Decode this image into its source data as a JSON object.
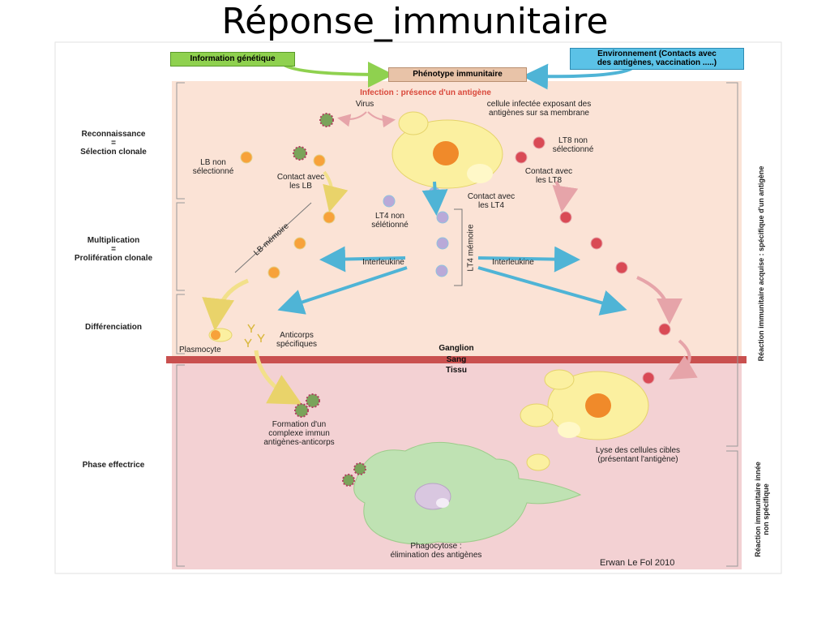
{
  "slide": {
    "title": "Réponse_immunitaire"
  },
  "top": {
    "genetic": "Information génétique",
    "environment": "Environnement (Contacts avec\ndes antigènes, vaccination .....)",
    "phenotype": "Phénotype immunitaire"
  },
  "stages": {
    "recognition": "Reconnaissance\n=\nSélection clonale",
    "multiplication": "Multiplication\n=\nProlifération clonale",
    "differentiation": "Différenciation",
    "effector": "Phase effectrice"
  },
  "labels": {
    "infection": "Infection : présence d'un antigène",
    "virus": "Virus",
    "infected_cell": "cellule infectée exposant des\nantigènes sur sa membrane",
    "lb_not_selected": "LB non\nsélectionné",
    "contact_lb": "Contact avec\nles LB",
    "lt8_not_selected": "LT8 non\nsélectionné",
    "contact_lt8": "Contact avec\nles LT8",
    "lt4_not_selected": "LT4 non\nsélétionné",
    "contact_lt4": "Contact avec\nles LT4",
    "lb_memory": "LB mémoire",
    "lt4_memory": "LT4 mémoire",
    "interleukine_left": "Interleukine",
    "interleukine_right": "Interleukine",
    "plasmocyte": "Plasmocyte",
    "antibodies": "Anticorps\nspécifiques",
    "immune_complex": "Formation d'un\ncomplexe immun\nantigènes-anticorps",
    "lysis": "Lyse des cellules cibles\n(présentant l'antigène)",
    "phagocytosis": "Phagocytose :\nélimination des antigènes"
  },
  "bands": {
    "ganglion": "Ganglion",
    "sang": "Sang",
    "tissu": "Tissu"
  },
  "side": {
    "acquired": "Réaction immunitaire acquise : spécifique d'un antigène",
    "innate": "Réaction immunitaire innée\nnon spécifique"
  },
  "credit": "Erwan Le Fol 2010",
  "colors": {
    "upper_bg": "#fbe3d6",
    "lower_bg": "#f3d1d3",
    "blood_band": "#c9504f",
    "arrow_blue": "#4fb4d6",
    "arrow_yellow": "#f2e08a",
    "arrow_pink": "#e6a4a9",
    "cell_yellow": "#fbf0a0",
    "nucleus_orange": "#f08a2a",
    "macrophage_green": "#bfe2b3"
  }
}
